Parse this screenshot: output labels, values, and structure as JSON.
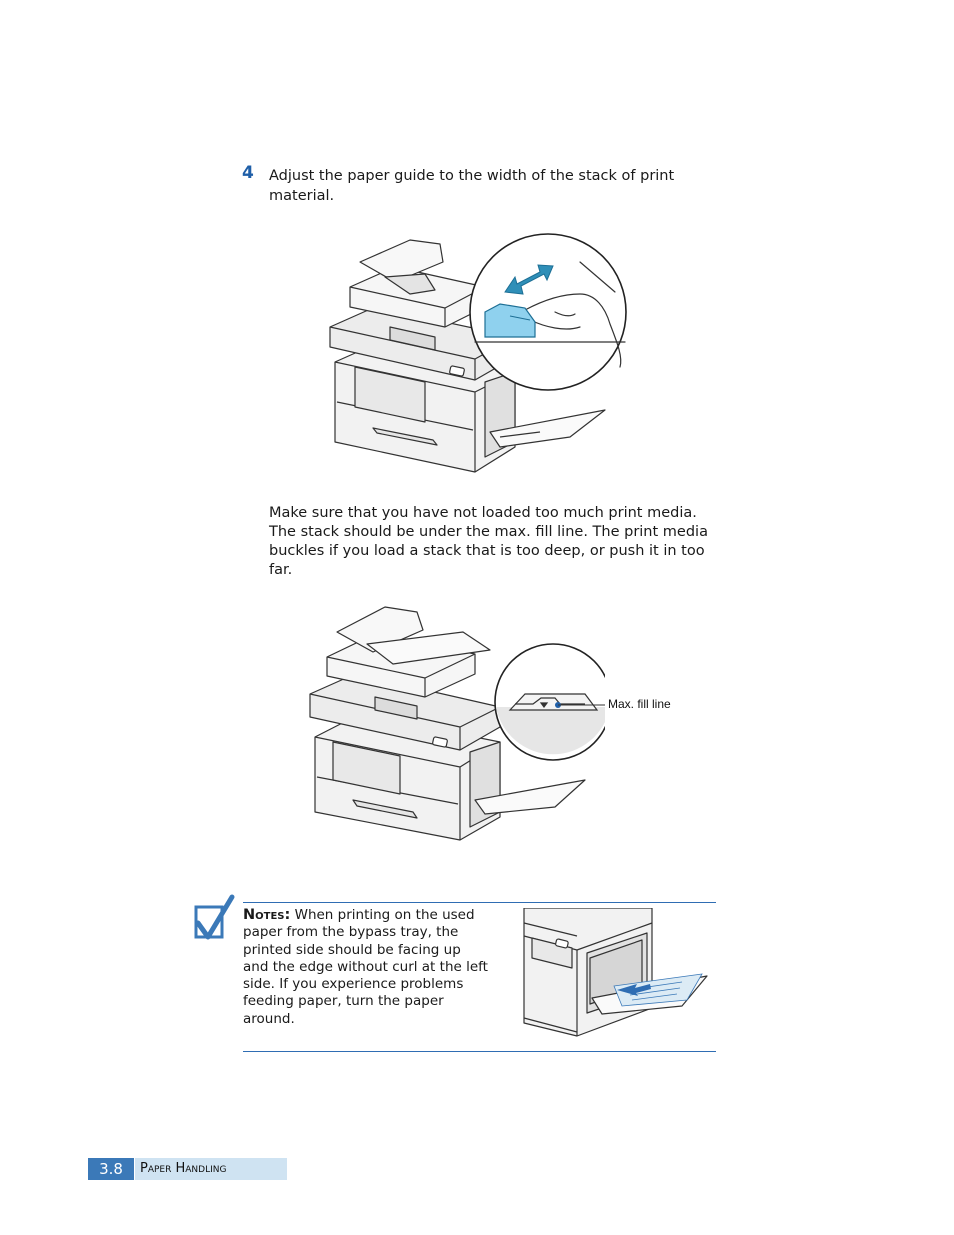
{
  "step": {
    "number": "4",
    "text": "Adjust the paper guide to the width of the stack of print material."
  },
  "paragraph": "Make sure that you have not loaded too much print media. The stack should be under the max. fill line. The print media buckles if you load a stack that is too deep, or push it in too far.",
  "figure2": {
    "callout_label": "Max. fill line"
  },
  "note": {
    "heading": "Notes:",
    "text": "When printing on the used paper from the bypass tray, the printed side should be facing up and the edge without curl at the left side. If you experience problems feeding paper, turn the paper around."
  },
  "footer": {
    "page_number": "3.8",
    "section_title": "Paper Handling"
  },
  "colors": {
    "accent_blue": "#3b79b8",
    "light_blue": "#cfe3f2",
    "step_blue": "#1f5fa8",
    "arrow_teal": "#2f8fb8"
  },
  "icons": {
    "note": "checkmark-icon"
  }
}
